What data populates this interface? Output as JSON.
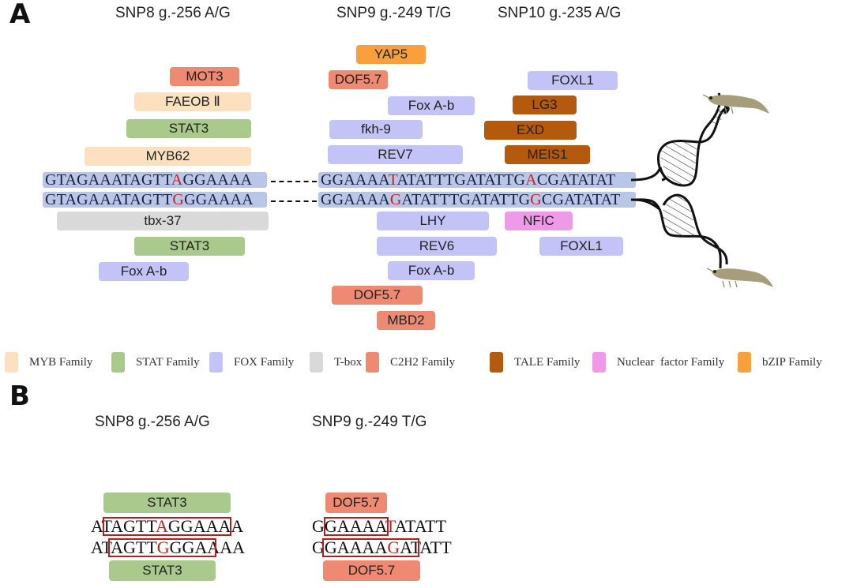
{
  "panel_a": {
    "label": "A",
    "snp_titles": [
      "SNP8 g.-256 A/G",
      "SNP9 g.-249 T/G",
      "SNP10 g.-235 A/G"
    ],
    "sequences": {
      "allele1": {
        "left": {
          "pre": "GTAGAAATAGTT",
          "snp": "A",
          "post": "GGAAAA"
        },
        "right": {
          "pre": "GGAAAA",
          "snp1": "T",
          "mid": "ATATTTGATATTG",
          "snp2": "A",
          "post": "CGATATAT"
        }
      },
      "allele2": {
        "left": {
          "pre": "GTAGAAATAGTT",
          "snp": "G",
          "post": "GGAAAA"
        },
        "right": {
          "pre": "GGAAAA",
          "snp1": "G",
          "mid": "ATATTTGATATTG",
          "snp2": "G",
          "post": "CGATATAT"
        }
      }
    },
    "tf_above": [
      {
        "name": "MOT3",
        "family": "C2H2"
      },
      {
        "name": "FAEOB Ⅱ",
        "family": "MYB"
      },
      {
        "name": "STAT3",
        "family": "STAT"
      },
      {
        "name": "MYB62",
        "family": "MYB"
      },
      {
        "name": "YAP5",
        "family": "bZIP"
      },
      {
        "name": "DOF5.7",
        "family": "C2H2"
      },
      {
        "name": "Fox A-b",
        "family": "FOX"
      },
      {
        "name": "fkh-9",
        "family": "FOX"
      },
      {
        "name": "REV7",
        "family": "FOX"
      },
      {
        "name": "FOXL1",
        "family": "FOX"
      },
      {
        "name": "LG3",
        "family": "TALE"
      },
      {
        "name": "EXD",
        "family": "TALE"
      },
      {
        "name": "MEIS1",
        "family": "TALE"
      }
    ],
    "tf_below": [
      {
        "name": "tbx-37",
        "family": "T-box"
      },
      {
        "name": "STAT3",
        "family": "STAT"
      },
      {
        "name": "Fox A-b",
        "family": "FOX"
      },
      {
        "name": "LHY",
        "family": "FOX"
      },
      {
        "name": "NFIC",
        "family": "Nuclear factor"
      },
      {
        "name": "REV6",
        "family": "FOX"
      },
      {
        "name": "FOXL1",
        "family": "FOX"
      },
      {
        "name": "Fox A-b",
        "family": "FOX"
      },
      {
        "name": "DOF5.7",
        "family": "C2H2"
      },
      {
        "name": "MBD2",
        "family": "C2H2"
      }
    ],
    "icons": [
      "dna-helix-icon",
      "shrimp-icon"
    ]
  },
  "legend": [
    {
      "label": "MYB Family",
      "color": "#fde0bf"
    },
    {
      "label": "STAT Family",
      "color": "#a9c98d"
    },
    {
      "label": "FOX Family",
      "color": "#c3c3f8"
    },
    {
      "label": "T-box",
      "color": "#d9d9d9"
    },
    {
      "label": "C2H2 Family",
      "color": "#ef8a72"
    },
    {
      "label": "TALE Family",
      "color": "#b35a0f"
    },
    {
      "label": "Nuclear  factor Family",
      "color": "#ee9ae6"
    },
    {
      "label": "bZIP Family",
      "color": "#f8a03c"
    }
  ],
  "panel_b": {
    "label": "B",
    "snp8": {
      "title": "SNP8 g.-256 A/G",
      "tf_top": "STAT3",
      "tf_bottom": "STAT3",
      "seq1": {
        "pre": "ATAGTT",
        "snp": "A",
        "post": "GGAAAA"
      },
      "seq2": {
        "pre": "ATAGTT",
        "snp": "G",
        "post": "GGAAAA"
      }
    },
    "snp9": {
      "title": "SNP9 g.-249 T/G",
      "tf_top": "DOF5.7",
      "tf_bottom": "DOF5.7",
      "seq1": {
        "pre": "GGAAAA",
        "snp": "T",
        "post": "ATATT"
      },
      "seq2": {
        "pre": "GGAAAA",
        "snp": "G",
        "post": "ATATT"
      }
    }
  }
}
